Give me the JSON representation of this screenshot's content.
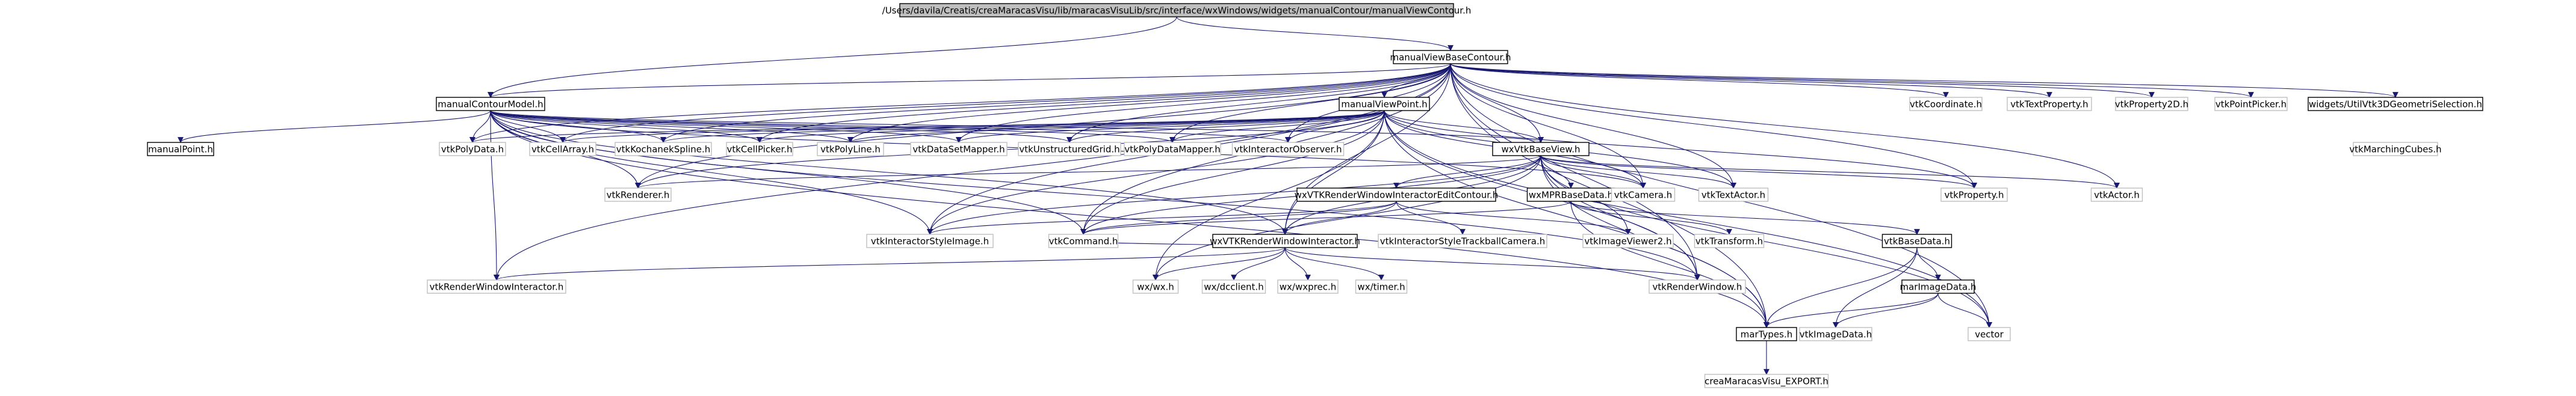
{
  "diagram": {
    "type": "include-dependency-graph",
    "colors": {
      "edge": "#191970",
      "root_fill": "#bfbfbf",
      "leaf_border": "#bfbfbf",
      "node_border": "#000000"
    },
    "nodes": [
      {
        "id": "root",
        "label": "/Users/davila/Creatis/creaMaracasVisu/lib/maracasVisuLib/src/interface/wxWindows/widgets/manualContour/manualViewContour.h",
        "kind": "root"
      },
      {
        "id": "mvbc",
        "label": "manualViewBaseContour.h",
        "kind": "internal"
      },
      {
        "id": "mcm",
        "label": "manualContourModel.h",
        "kind": "internal"
      },
      {
        "id": "mvp",
        "label": "manualViewPoint.h",
        "kind": "internal"
      },
      {
        "id": "wxbv",
        "label": "wxVtkBaseView.h",
        "kind": "internal"
      },
      {
        "id": "wxrwiec",
        "label": "wxVTKRenderWindowInteractorEditContour.h",
        "kind": "internal"
      },
      {
        "id": "wxmpr",
        "label": "wxMPRBaseData.h",
        "kind": "internal"
      },
      {
        "id": "wxrwi",
        "label": "wxVTKRenderWindowInteractor.h",
        "kind": "internal"
      },
      {
        "id": "vbd",
        "label": "vtkBaseData.h",
        "kind": "internal"
      },
      {
        "id": "mid",
        "label": "marImageData.h",
        "kind": "internal"
      },
      {
        "id": "mt",
        "label": "marTypes.h",
        "kind": "internal"
      },
      {
        "id": "cmve",
        "label": "creaMaracasVisu_EXPORT.h",
        "kind": "leaf"
      },
      {
        "id": "mp",
        "label": "manualPoint.h",
        "kind": "internal"
      },
      {
        "id": "vpd",
        "label": "vtkPolyData.h",
        "kind": "leaf"
      },
      {
        "id": "vca",
        "label": "vtkCellArray.h",
        "kind": "leaf"
      },
      {
        "id": "vks",
        "label": "vtkKochanekSpline.h",
        "kind": "leaf"
      },
      {
        "id": "vcp",
        "label": "vtkCellPicker.h",
        "kind": "leaf"
      },
      {
        "id": "vpl",
        "label": "vtkPolyLine.h",
        "kind": "leaf"
      },
      {
        "id": "vdsm",
        "label": "vtkDataSetMapper.h",
        "kind": "leaf"
      },
      {
        "id": "vug",
        "label": "vtkUnstructuredGrid.h",
        "kind": "leaf"
      },
      {
        "id": "vpdm",
        "label": "vtkPolyDataMapper.h",
        "kind": "leaf"
      },
      {
        "id": "vio",
        "label": "vtkInteractorObserver.h",
        "kind": "leaf"
      },
      {
        "id": "vcoord",
        "label": "vtkCoordinate.h",
        "kind": "leaf"
      },
      {
        "id": "vtp",
        "label": "vtkTextProperty.h",
        "kind": "leaf"
      },
      {
        "id": "vp2d",
        "label": "vtkProperty2D.h",
        "kind": "leaf"
      },
      {
        "id": "vpp",
        "label": "vtkPointPicker.h",
        "kind": "leaf"
      },
      {
        "id": "wutil",
        "label": "widgets/UtilVtk3DGeometriSelection.h",
        "kind": "internal"
      },
      {
        "id": "vmc",
        "label": "vtkMarchingCubes.h",
        "kind": "leaf"
      },
      {
        "id": "vren",
        "label": "vtkRenderer.h",
        "kind": "leaf"
      },
      {
        "id": "vcam",
        "label": "vtkCamera.h",
        "kind": "leaf"
      },
      {
        "id": "vta",
        "label": "vtkTextActor.h",
        "kind": "leaf"
      },
      {
        "id": "vprop",
        "label": "vtkProperty.h",
        "kind": "leaf"
      },
      {
        "id": "vact",
        "label": "vtkActor.h",
        "kind": "leaf"
      },
      {
        "id": "visi",
        "label": "vtkInteractorStyleImage.h",
        "kind": "leaf"
      },
      {
        "id": "vcmd",
        "label": "vtkCommand.h",
        "kind": "leaf"
      },
      {
        "id": "vistc",
        "label": "vtkInteractorStyleTrackballCamera.h",
        "kind": "leaf"
      },
      {
        "id": "viv2",
        "label": "vtkImageViewer2.h",
        "kind": "leaf"
      },
      {
        "id": "vtr",
        "label": "vtkTransform.h",
        "kind": "leaf"
      },
      {
        "id": "vrwi",
        "label": "vtkRenderWindowInteractor.h",
        "kind": "leaf"
      },
      {
        "id": "wxwx",
        "label": "wx/wx.h",
        "kind": "leaf"
      },
      {
        "id": "wxdc",
        "label": "wx/dcclient.h",
        "kind": "leaf"
      },
      {
        "id": "wxprec",
        "label": "wx/wxprec.h",
        "kind": "leaf"
      },
      {
        "id": "wxtimer",
        "label": "wx/timer.h",
        "kind": "leaf"
      },
      {
        "id": "vrw",
        "label": "vtkRenderWindow.h",
        "kind": "leaf"
      },
      {
        "id": "vid",
        "label": "vtkImageData.h",
        "kind": "leaf"
      },
      {
        "id": "vec",
        "label": "vector",
        "kind": "leaf"
      }
    ],
    "edges": [
      [
        "root",
        "mvbc"
      ],
      [
        "root",
        "mcm"
      ],
      [
        "mvbc",
        "mcm"
      ],
      [
        "mvbc",
        "mvp"
      ],
      [
        "mvbc",
        "wxbv"
      ],
      [
        "mvbc",
        "vpd"
      ],
      [
        "mvbc",
        "vca"
      ],
      [
        "mvbc",
        "vks"
      ],
      [
        "mvbc",
        "vcp"
      ],
      [
        "mvbc",
        "vpl"
      ],
      [
        "mvbc",
        "vdsm"
      ],
      [
        "mvbc",
        "vug"
      ],
      [
        "mvbc",
        "vpdm"
      ],
      [
        "mvbc",
        "vio"
      ],
      [
        "mvbc",
        "vcoord"
      ],
      [
        "mvbc",
        "vtp"
      ],
      [
        "mvbc",
        "vp2d"
      ],
      [
        "mvbc",
        "vpp"
      ],
      [
        "mvbc",
        "wutil"
      ],
      [
        "mvbc",
        "vren"
      ],
      [
        "mvbc",
        "vcam"
      ],
      [
        "mvbc",
        "vta"
      ],
      [
        "mvbc",
        "vprop"
      ],
      [
        "mvbc",
        "vact"
      ],
      [
        "mvbc",
        "visi"
      ],
      [
        "mvbc",
        "vcmd"
      ],
      [
        "mvbc",
        "vrwi"
      ],
      [
        "mvbc",
        "wxrwi"
      ],
      [
        "mvbc",
        "vrw"
      ],
      [
        "mvbc",
        "mt"
      ],
      [
        "mvbc",
        "vec"
      ],
      [
        "mcm",
        "mp"
      ],
      [
        "mcm",
        "vpd"
      ],
      [
        "mcm",
        "vca"
      ],
      [
        "mcm",
        "vks"
      ],
      [
        "mcm",
        "vcp"
      ],
      [
        "mcm",
        "vpl"
      ],
      [
        "mcm",
        "vdsm"
      ],
      [
        "mcm",
        "vug"
      ],
      [
        "mcm",
        "vpdm"
      ],
      [
        "mcm",
        "vio"
      ],
      [
        "mcm",
        "wxbv"
      ],
      [
        "mcm",
        "vren"
      ],
      [
        "mcm",
        "visi"
      ],
      [
        "mcm",
        "vcmd"
      ],
      [
        "mcm",
        "vrwi"
      ],
      [
        "mcm",
        "wxrwi"
      ],
      [
        "mcm",
        "vrw"
      ],
      [
        "mcm",
        "mt"
      ],
      [
        "mcm",
        "vcam"
      ],
      [
        "mvp",
        "vpd"
      ],
      [
        "mvp",
        "vca"
      ],
      [
        "mvp",
        "vks"
      ],
      [
        "mvp",
        "vcp"
      ],
      [
        "mvp",
        "vpl"
      ],
      [
        "mvp",
        "vdsm"
      ],
      [
        "mvp",
        "vug"
      ],
      [
        "mvp",
        "vpdm"
      ],
      [
        "mvp",
        "vio"
      ],
      [
        "mvp",
        "wxbv"
      ],
      [
        "mvp",
        "vren"
      ],
      [
        "mvp",
        "vcam"
      ],
      [
        "mvp",
        "vta"
      ],
      [
        "mvp",
        "visi"
      ],
      [
        "mvp",
        "vcmd"
      ],
      [
        "mvp",
        "wxrwi"
      ],
      [
        "mvp",
        "vrw"
      ],
      [
        "mvp",
        "mt"
      ],
      [
        "mvp",
        "vec"
      ],
      [
        "mvp",
        "wxwx"
      ],
      [
        "mvp",
        "vprop"
      ],
      [
        "wxbv",
        "wxrwiec"
      ],
      [
        "wxbv",
        "wxmpr"
      ],
      [
        "wxbv",
        "vren"
      ],
      [
        "wxbv",
        "vcam"
      ],
      [
        "wxbv",
        "vta"
      ],
      [
        "wxbv",
        "vprop"
      ],
      [
        "wxbv",
        "vact"
      ],
      [
        "wxbv",
        "visi"
      ],
      [
        "wxbv",
        "vcmd"
      ],
      [
        "wxbv",
        "vrw"
      ],
      [
        "wxbv",
        "wxrwi"
      ],
      [
        "wxbv",
        "viv2"
      ],
      [
        "wxbv",
        "mt"
      ],
      [
        "wxbv",
        "vec"
      ],
      [
        "wxbv",
        "wxwx"
      ],
      [
        "wxrwiec",
        "wxrwi"
      ],
      [
        "wxrwiec",
        "visi"
      ],
      [
        "wxrwiec",
        "vcmd"
      ],
      [
        "wxrwiec",
        "vistc"
      ],
      [
        "wxrwiec",
        "viv2"
      ],
      [
        "wxmpr",
        "vbd"
      ],
      [
        "wxmpr",
        "vtr"
      ],
      [
        "wxmpr",
        "vcmd"
      ],
      [
        "wxmpr",
        "mt"
      ],
      [
        "wxrwi",
        "vrwi"
      ],
      [
        "wxrwi",
        "wxwx"
      ],
      [
        "wxrwi",
        "wxdc"
      ],
      [
        "wxrwi",
        "wxprec"
      ],
      [
        "wxrwi",
        "wxtimer"
      ],
      [
        "wxrwi",
        "vrw"
      ],
      [
        "wxrwi",
        "vcmd"
      ],
      [
        "vbd",
        "mid"
      ],
      [
        "vbd",
        "mt"
      ],
      [
        "vbd",
        "vid"
      ],
      [
        "mid",
        "mt"
      ],
      [
        "mid",
        "vid"
      ],
      [
        "mid",
        "vec"
      ],
      [
        "mt",
        "cmve"
      ]
    ]
  }
}
